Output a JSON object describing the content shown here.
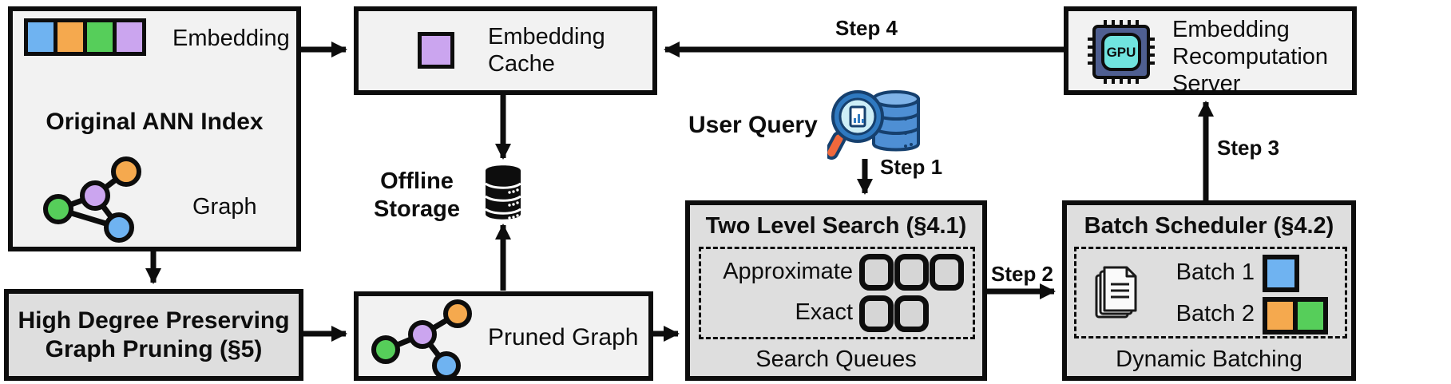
{
  "boxes": {
    "ann": {
      "title": "Original ANN Index",
      "embedding": "Embedding",
      "graph": "Graph"
    },
    "cache": {
      "label": "Embedding Cache"
    },
    "server": {
      "label": "Embedding Recomputation Server",
      "chip": "GPU"
    },
    "pruning": {
      "title": "High Degree Preserving Graph Pruning (§5)"
    },
    "pruned": {
      "label": "Pruned Graph"
    },
    "search": {
      "title": "Two Level Search (§4.1)",
      "approximate": "Approximate",
      "exact": "Exact",
      "caption": "Search Queues"
    },
    "batch": {
      "title": "Batch Scheduler (§4.2)",
      "batch1": "Batch 1",
      "batch2": "Batch 2",
      "caption": "Dynamic Batching"
    }
  },
  "floating": {
    "offline_storage": "Offline Storage",
    "user_query": "User Query"
  },
  "steps": {
    "s1": "Step 1",
    "s2": "Step 2",
    "s3": "Step 3",
    "s4": "Step 4"
  },
  "colors": {
    "blue": "#6FB3F1",
    "orange": "#F5A94E",
    "green": "#56CE5A",
    "purple": "#CBA5EF",
    "light_box": "#F2F2F2",
    "dark_box": "#DEDEDE",
    "line": "#0D0D0D",
    "queue_square": "#D6D6D6",
    "gpu_outer": "#4F5F91",
    "gpu_inner": "#70E4DF",
    "magnifier_rim": "#2F79C0",
    "magnifier_lens": "#CDEEF7",
    "magnifier_handle": "#F0683C",
    "database_blue": "#4E8FD4"
  }
}
